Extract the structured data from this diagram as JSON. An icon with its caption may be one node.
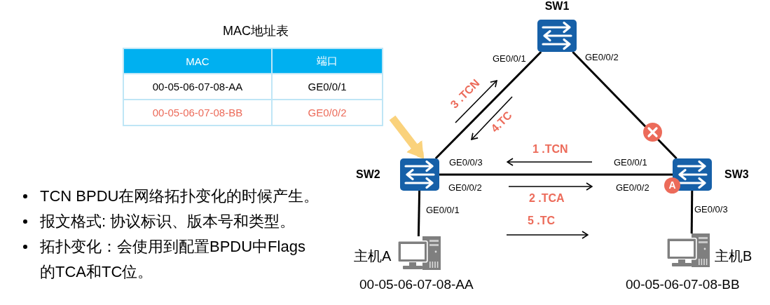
{
  "diagram": {
    "nodes": [
      {
        "text": [
          "SW1"
        ]
      },
      {
        "text": [
          "SW2"
        ]
      },
      {
        "text": [
          "SW3"
        ]
      },
      {
        "text": [
          "A"
        ]
      },
      {
        "text": [
          "主机A"
        ],
        "beside": [
          "00-05-06-07-08-AA"
        ]
      },
      {
        "text": [
          "主机B"
        ],
        "beside": [
          "00-05-06-07-08-BB"
        ]
      }
    ],
    "edges": [
      {
        "from": 0,
        "to": 1,
        "arrow": "none"
      },
      {
        "from": 0,
        "to": 2,
        "arrow": "none"
      },
      {
        "from": 1,
        "to": 2,
        "arrow": "none"
      },
      {
        "from": 1,
        "to": 4,
        "arrow": "none"
      },
      {
        "from": 2,
        "to": 5,
        "arrow": "none"
      },
      {
        "from": null,
        "to": 1,
        "arrow": "to",
        "style": "thick",
        "color": "#fad27c"
      }
    ],
    "labels": [
      "MAC地址表",
      "MAC",
      "端口",
      "00-05-06-07-08-AA",
      "GE0/0/1",
      "00-05-06-07-08-BB",
      "GE0/0/2",
      "GE0/0/1",
      "GE0/0/2",
      "3 .TCN",
      "4.TC",
      "1 .TCN",
      "GE0/0/3",
      "GE0/0/1",
      "GE0/0/2",
      "GE0/0/2",
      "2 .TCA",
      "GE0/0/1",
      "GE0/0/3",
      "5 .TC",
      "TCN BPDU在网络拓扑变化的时候产生。",
      "报文格式: 协议标识、版本号和类型。",
      "拓扑变化：会使用到配置BPDU中Flags的TCA和TC位。"
    ]
  }
}
